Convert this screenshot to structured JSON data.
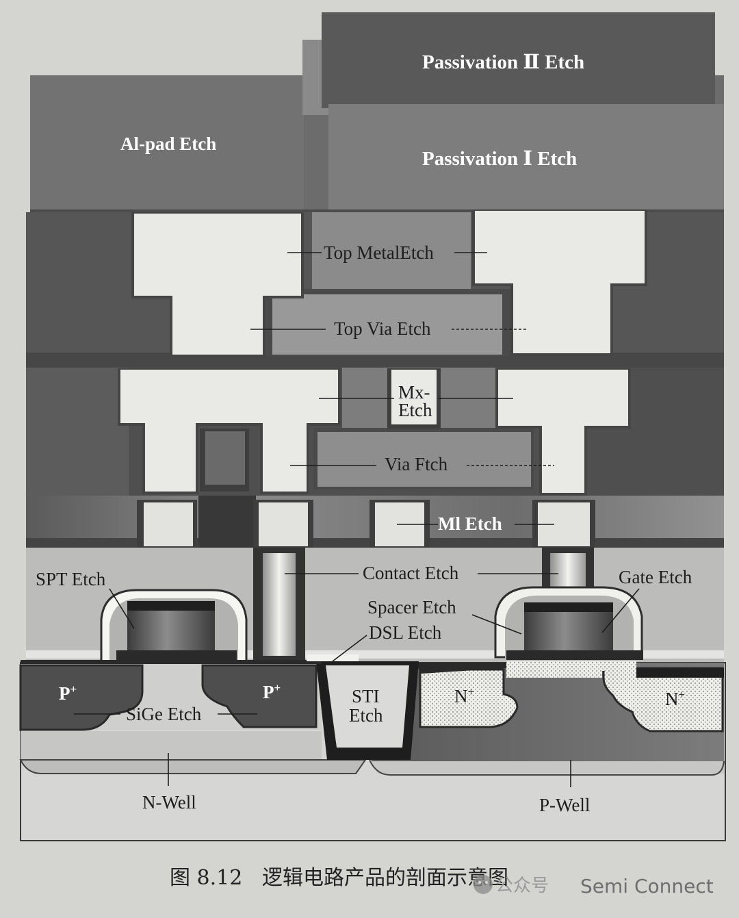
{
  "labels": {
    "passivation2": "Passivation Ⅱ Etch",
    "passivation1": "Passivation Ⅰ Etch",
    "alpad": "Al-pad Etch",
    "top_metal": "Top MetalEtch",
    "top_via": "Top Via Etch",
    "mx_line1": "Mx-",
    "mx_line2": "Etch",
    "via": "Via Ftch",
    "m1": "Ml Etch",
    "contact": "Contact Etch",
    "spt": "SPT Etch",
    "gate": "Gate Etch",
    "spacer": "Spacer Etch",
    "dsl": "DSL Etch",
    "p_plus": "P",
    "p_sup": "+",
    "n_plus": "N",
    "n_sup": "+",
    "sige": "SiGe Etch",
    "sti_line1": "STI",
    "sti_line2": "Etch",
    "nwell": "N-Well",
    "pwell": "P-Well"
  },
  "caption": "图 8.12   逻辑电路产品的剖面示意图",
  "watermark": {
    "left": "公众号",
    "brand": "Semi Connect",
    "icon": "wechat-icon"
  },
  "colors": {
    "background": "#d4d5d1",
    "passivation_dark": "#5e5e5e",
    "passivation_mid": "#7b7b7b",
    "metal_light": "#e9eae6",
    "dielectric_dark": "#555555",
    "well_light": "#d6d7d4"
  }
}
